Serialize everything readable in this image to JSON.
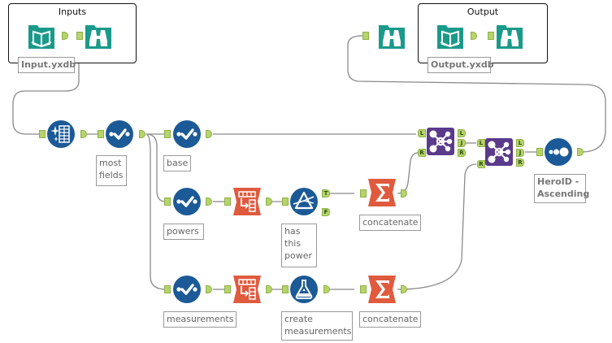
{
  "containers": {
    "inputs": {
      "title": "Inputs"
    },
    "output": {
      "title": "Output"
    }
  },
  "colors": {
    "io_teal": "#1a9a8a",
    "prep_blue": "#1b5a96",
    "transform_red": "#e05a3e",
    "join_purple": "#5b3a8c",
    "anchor_green": "#b5d46a",
    "wire_gray": "#888888"
  },
  "tools": [
    {
      "id": "input-data",
      "icon": "book-folder-icon",
      "annotation": "Input.yxdb"
    },
    {
      "id": "browse-input",
      "icon": "binoculars-icon",
      "annotation": ""
    },
    {
      "id": "auto-field",
      "icon": "sparkle-table-icon",
      "annotation": ""
    },
    {
      "id": "select-most-fields",
      "icon": "checkmark-dots-icon",
      "annotation": "most\nfields"
    },
    {
      "id": "select-base",
      "icon": "checkmark-dots-icon",
      "annotation": "base"
    },
    {
      "id": "select-powers",
      "icon": "checkmark-dots-icon",
      "annotation": "powers"
    },
    {
      "id": "transpose-powers",
      "icon": "transpose-icon",
      "annotation": ""
    },
    {
      "id": "filter-has-power",
      "icon": "prism-filter-icon",
      "annotation": "has\nthis\npower"
    },
    {
      "id": "summarize-powers",
      "icon": "sigma-icon",
      "annotation": "concatenate"
    },
    {
      "id": "select-measurements",
      "icon": "checkmark-dots-icon",
      "annotation": "measurements"
    },
    {
      "id": "transpose-measurements",
      "icon": "transpose-icon",
      "annotation": ""
    },
    {
      "id": "formula-measurements",
      "icon": "flask-icon",
      "annotation": "create\nmeasurements"
    },
    {
      "id": "summarize-measurements",
      "icon": "sigma-icon",
      "annotation": "concatenate"
    },
    {
      "id": "join-1",
      "icon": "join-icon",
      "annotation": ""
    },
    {
      "id": "join-2",
      "icon": "join-icon",
      "annotation": ""
    },
    {
      "id": "sort",
      "icon": "sort-dots-icon",
      "annotation": "HeroID -\nAscending"
    },
    {
      "id": "browse-output-left",
      "icon": "binoculars-icon",
      "annotation": ""
    },
    {
      "id": "output-data",
      "icon": "book-folder-icon",
      "annotation": "Output.yxdb"
    },
    {
      "id": "browse-output-right",
      "icon": "binoculars-icon",
      "annotation": ""
    }
  ],
  "anchor_labels": {
    "left": "L",
    "right": "R",
    "join": "J",
    "true": "T",
    "false": "F"
  },
  "annotations": {
    "input": "Input.yxdb",
    "output": "Output.yxdb",
    "most_fields_1": "most",
    "most_fields_2": "fields",
    "base": "base",
    "powers": "powers",
    "has_power_1": "has",
    "has_power_2": "this",
    "has_power_3": "power",
    "concat_powers": "concatenate",
    "measurements": "measurements",
    "create_meas_1": "create",
    "create_meas_2": "measurements",
    "concat_meas": "concatenate",
    "sort_1": "HeroID -",
    "sort_2": "Ascending"
  }
}
